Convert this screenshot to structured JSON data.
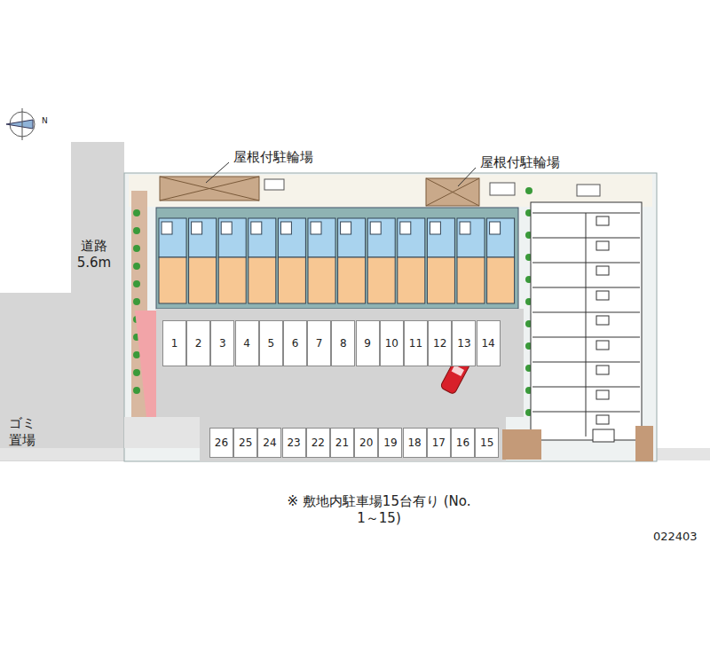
{
  "diagram": {
    "caption": "※ 敷地内駐車場15台有り (No. 1～15)",
    "nodes": [
      {
        "text": [
          "1"
        ]
      },
      {
        "text": [
          "2"
        ]
      },
      {
        "text": [
          "3"
        ]
      },
      {
        "text": [
          "4"
        ]
      },
      {
        "text": [
          "5"
        ]
      },
      {
        "text": [
          "6"
        ]
      },
      {
        "text": [
          "7"
        ]
      },
      {
        "text": [
          "8"
        ]
      },
      {
        "text": [
          "9"
        ]
      },
      {
        "text": [
          "10"
        ]
      },
      {
        "text": [
          "11"
        ]
      },
      {
        "text": [
          "12"
        ]
      },
      {
        "text": [
          "13"
        ]
      },
      {
        "text": [
          "14"
        ]
      },
      {
        "text": [
          "26"
        ]
      },
      {
        "text": [
          "25"
        ]
      },
      {
        "text": [
          "24"
        ]
      },
      {
        "text": [
          "23"
        ]
      },
      {
        "text": [
          "22"
        ]
      },
      {
        "text": [
          "21"
        ]
      },
      {
        "text": [
          "20"
        ]
      },
      {
        "text": [
          "19"
        ]
      },
      {
        "text": [
          "18"
        ]
      },
      {
        "text": [
          "17"
        ]
      },
      {
        "text": [
          "16"
        ]
      },
      {
        "text": [
          "15"
        ]
      }
    ],
    "labels": [
      "屋根付駐輪場",
      "屋根付駐輪場",
      "道路 5.6m",
      "ゴミ 置場",
      "N",
      "022403"
    ]
  }
}
